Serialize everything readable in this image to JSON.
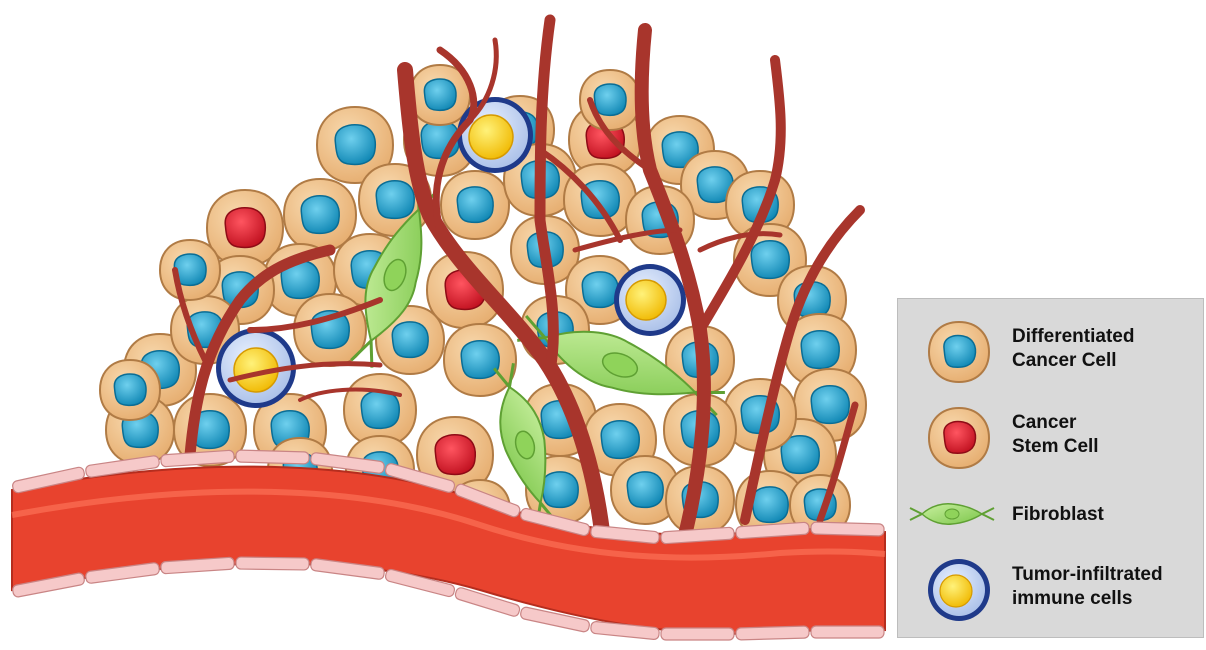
{
  "figure": {
    "colors": {
      "cell_fill": "#f0c48e",
      "cell_stroke": "#b07b45",
      "nucleus_blue": "#1aa0c8",
      "nucleus_red": "#d8192b",
      "vessel_red": "#e8432e",
      "vessel_wall": "#f6c9c9",
      "branch": "#a8352c",
      "fibroblast": "#9fd66a",
      "immune_ring": "#1f3a8a",
      "immune_core": "#f2c511",
      "legend_bg": "#d9d9d9"
    }
  },
  "legend": {
    "items": [
      {
        "icon": "differentiated-cancer-cell-icon",
        "line1": "Differentiated",
        "line2": "Cancer Cell"
      },
      {
        "icon": "cancer-stem-cell-icon",
        "line1": "Cancer",
        "line2": "Stem Cell"
      },
      {
        "icon": "fibroblast-icon",
        "line1": "Fibroblast",
        "line2": ""
      },
      {
        "icon": "immune-cell-icon",
        "line1": "Tumor-infiltrated",
        "line2": "immune cells"
      }
    ]
  }
}
